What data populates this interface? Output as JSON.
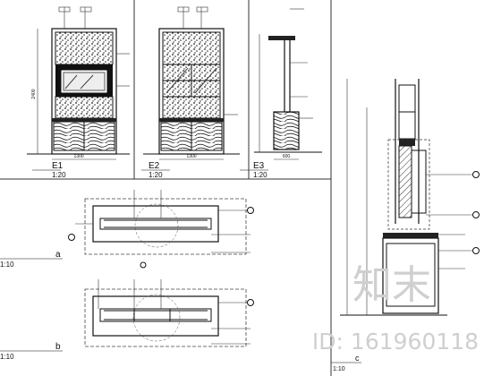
{
  "elevations": [
    {
      "mark": "E1",
      "scale": "1:20",
      "width_dim": "1300",
      "height_dim": "2400"
    },
    {
      "mark": "E2",
      "scale": "1:20",
      "width_dim": "1300"
    },
    {
      "mark": "E3",
      "scale": "1:20",
      "width_dim": "600"
    }
  ],
  "plans": [
    {
      "mark": "a",
      "scale": "1:10"
    },
    {
      "mark": "b",
      "scale": "1:10"
    }
  ],
  "section": {
    "mark": "c",
    "scale": "1:10"
  },
  "watermark": {
    "brand": "知末",
    "id_text": "ID: 161960118"
  }
}
